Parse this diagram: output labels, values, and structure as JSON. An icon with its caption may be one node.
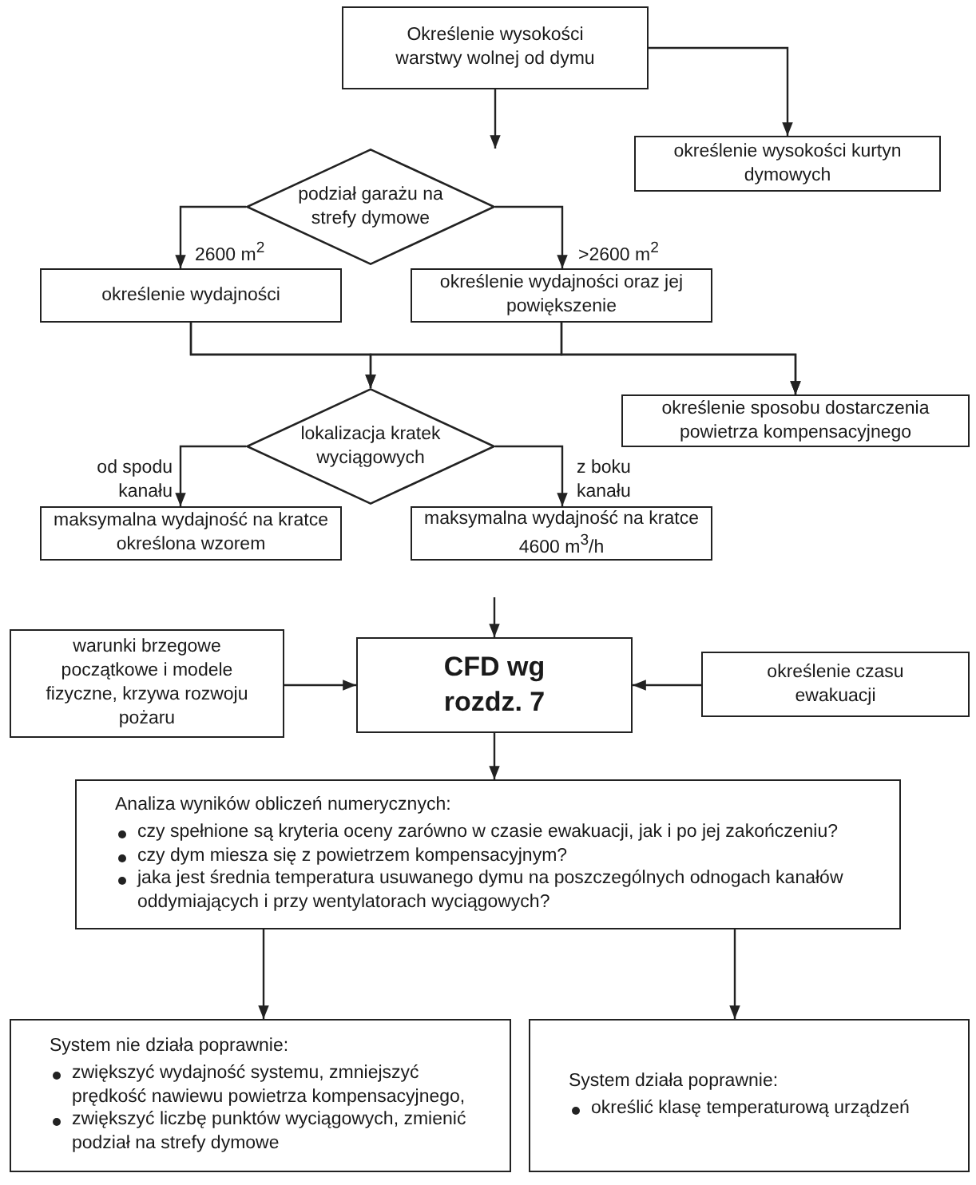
{
  "diagram": {
    "nodes": [
      {
        "text": [
          "Określenie wysokości warstwy wolnej od dymu"
        ]
      },
      {
        "text": [
          "określenie wysokości kurtyn dymowych"
        ]
      },
      {
        "text": [
          "podział garażu na strefy dymowe"
        ]
      },
      {
        "text": [
          "określenie wydajności"
        ]
      },
      {
        "text": [
          "określenie wydajności oraz jej powiększenie"
        ]
      },
      {
        "text": [
          "określenie sposobu dostarczenia powietrza kompensacyjnego"
        ]
      },
      {
        "text": [
          "lokalizacja kratek wyciągowych"
        ]
      },
      {
        "text": [
          "maksymalna wydajność na kratce określona wzorem"
        ]
      },
      {
        "text": [
          "maksymalna wydajność na kratce 4600 m$^{3}$/h"
        ]
      },
      {
        "text": [
          "warunki brzegowe początkowe i modele fizyczne, krzywa rozwoju pożaru"
        ]
      },
      {
        "text": [
          "CFD wg rozdz. 7"
        ]
      },
      {
        "text": [
          "określenie czasu ewakuacji"
        ]
      },
      {
        "text": [
          "Analiza wyników obliczeń numerycznych:",
          "czy spełnione są kryteria oceny zarówno w czasie ewakuacji, jak i po jej zakończeniu?",
          "czy dym miesza się z powietrzem kompensacyjnym?",
          "jaka jest średnia temperatura usuwanego dymu na poszczególnych odnogach kanałów oddymiających i przy wentylatorach wyciągowych?"
        ]
      },
      {
        "text": [
          "System nie działa poprawnie:",
          "zwiększyć wydajność systemu, zmniejszyć prędkość nawiewu powietrza kompensacyjnego,",
          "zwiększyć liczbę punktów wyciągowych, zmienić podział na strefy dymowe"
        ]
      },
      {
        "text": [
          "System działa poprawnie:",
          "określić klasę temperaturową urządzeń"
        ]
      }
    ],
    "edges": [
      {
        "from": 0,
        "to": 2,
        "arrow": "to"
      },
      {
        "from": 0,
        "to": 1,
        "arrow": "to"
      },
      {
        "from": 2,
        "to": 3,
        "arrow": "to",
        "label": "2600 m$^{2}$"
      },
      {
        "from": 2,
        "to": 4,
        "arrow": "to",
        "label": ">2600 m$^{2}$"
      },
      {
        "from": 3,
        "to": 6,
        "arrow": "to"
      },
      {
        "from": 4,
        "to": 6,
        "arrow": "to"
      },
      {
        "from": 3,
        "to": 5,
        "arrow": "to"
      },
      {
        "from": 4,
        "to": 5,
        "arrow": "to"
      },
      {
        "from": 6,
        "to": 7,
        "arrow": "to",
        "label": "od spodu kanału"
      },
      {
        "from": 6,
        "to": 8,
        "arrow": "to",
        "label": "z boku kanału"
      },
      {
        "from": null,
        "to": 10,
        "arrow": "to"
      },
      {
        "from": 9,
        "to": 10,
        "arrow": "to"
      },
      {
        "from": 11,
        "to": 10,
        "arrow": "to"
      },
      {
        "from": 10,
        "to": 12,
        "arrow": "to"
      },
      {
        "from": 12,
        "to": 13,
        "arrow": "to"
      },
      {
        "from": 12,
        "to": 14,
        "arrow": "to"
      }
    ]
  }
}
